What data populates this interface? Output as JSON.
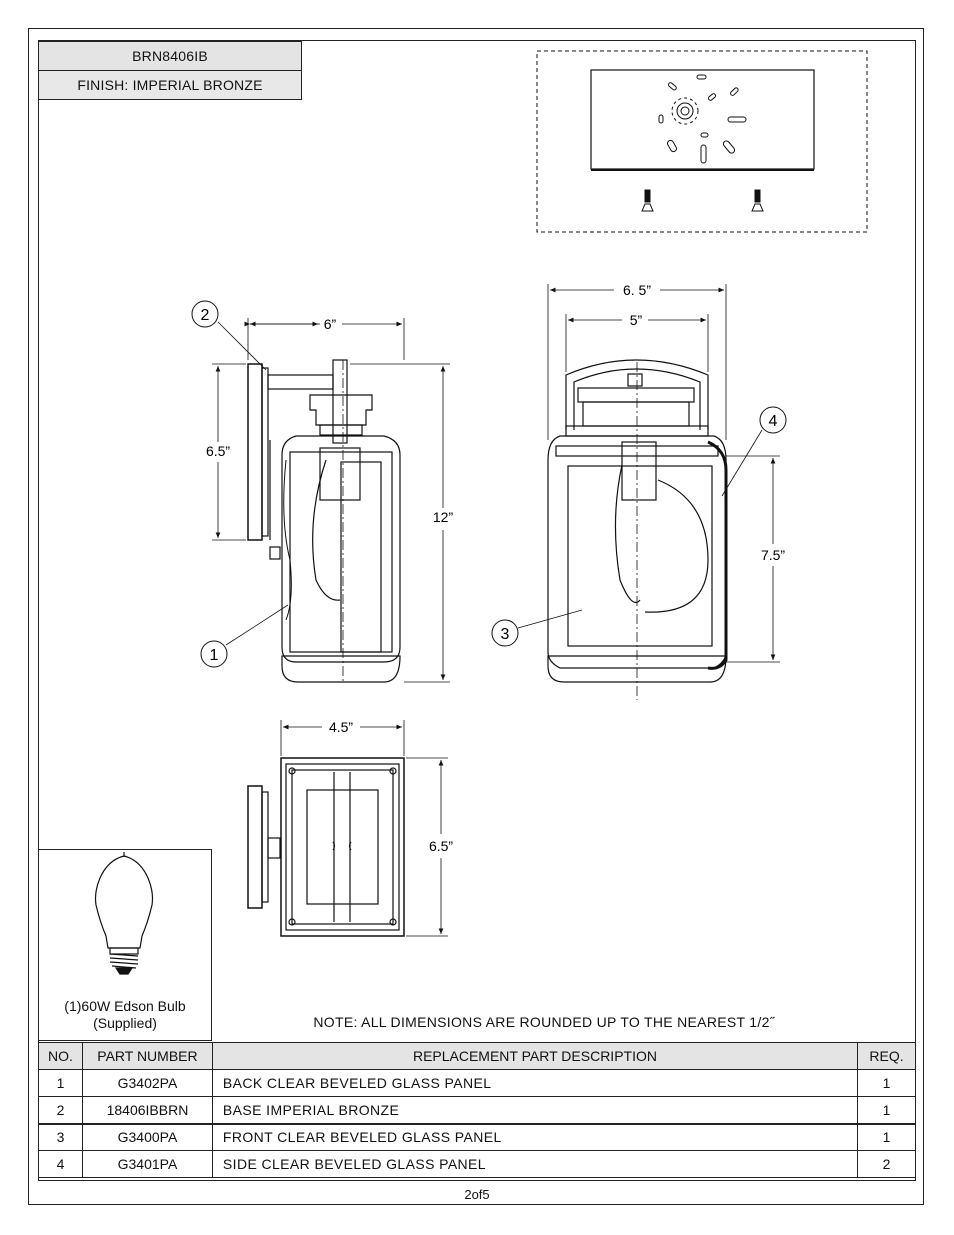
{
  "header": {
    "model": "BRN8406IB",
    "finish": "FINISH: IMPERIAL BRONZE"
  },
  "dimensions": {
    "side_width": "6”",
    "side_backplate_height": "6.5”",
    "overall_height": "12”",
    "front_outer_width": "6. 5”",
    "front_inner_width": "5”",
    "front_glass_height": "7.5”",
    "top_width": "4.5”",
    "top_depth": "6.5”"
  },
  "callouts": [
    "1",
    "2",
    "3",
    "4"
  ],
  "bulb": {
    "caption_line1": "(1)60W Edson Bulb",
    "caption_line2": "(Supplied)"
  },
  "note": "NOTE:  ALL DIMENSIONS ARE ROUNDED UP TO THE NEAREST  1/2˝",
  "table": {
    "headers": [
      "NO.",
      "PART NUMBER",
      "REPLACEMENT PART DESCRIPTION",
      "REQ."
    ],
    "rows": [
      {
        "no": "1",
        "part": "G3402PA",
        "desc": "BACK CLEAR BEVELED GLASS PANEL",
        "req": "1"
      },
      {
        "no": "2",
        "part": "18406IBBRN",
        "desc": "BASE IMPERIAL BRONZE",
        "req": "1"
      },
      {
        "no": "3",
        "part": "G3400PA",
        "desc": "FRONT CLEAR BEVELED GLASS PANEL",
        "req": "1"
      },
      {
        "no": "4",
        "part": "G3401PA",
        "desc": "SIDE CLEAR BEVELED GLASS PANEL",
        "req": "2"
      }
    ]
  },
  "page_number": "2of5"
}
